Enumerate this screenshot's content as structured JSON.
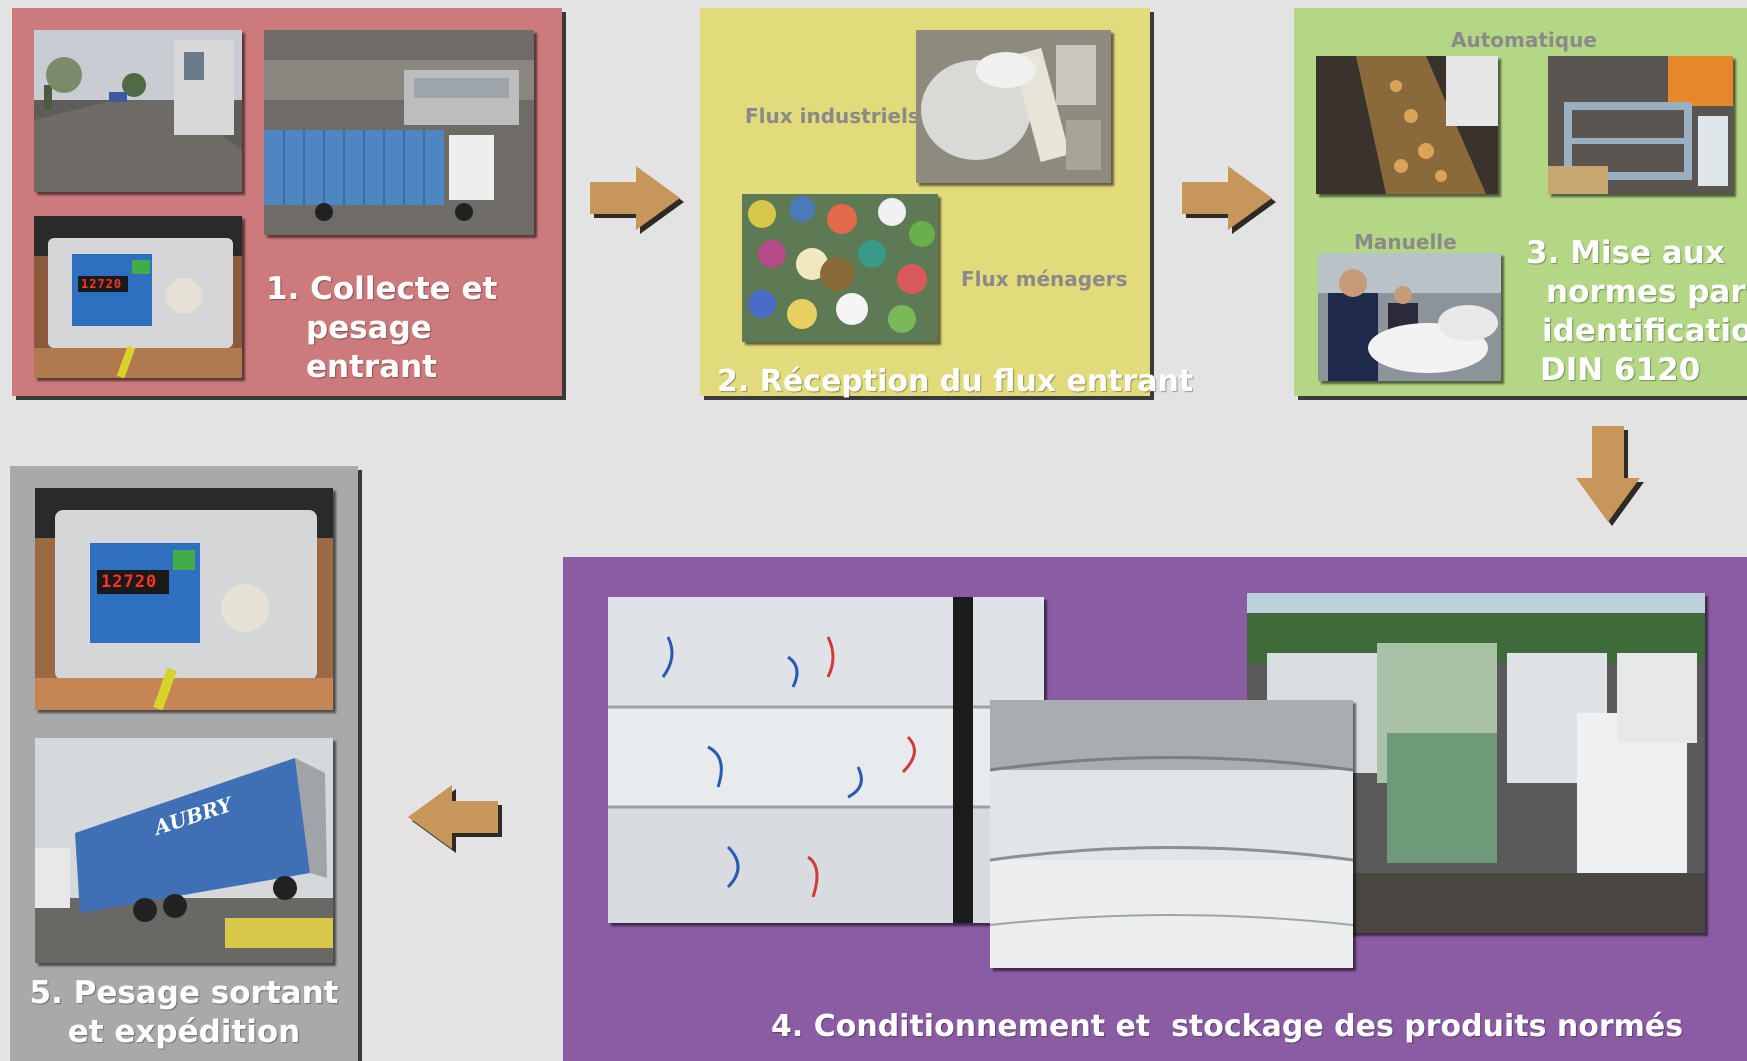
{
  "steps": {
    "collecte": {
      "caption_line1": "1. Collecte et",
      "caption_line2": "pesage entrant",
      "color": "#cd7a7c"
    },
    "reception": {
      "caption": "2. Réception du flux entrant",
      "label_industriels": "Flux industriels",
      "label_menagers": "Flux ménagers",
      "color": "#e2db7c"
    },
    "mise_aux_normes": {
      "label_automatique": "Automatique",
      "label_manuelle": "Manuelle",
      "caption_line1": "3. Mise aux",
      "caption_line2": "normes par",
      "caption_line3": "identification",
      "caption_line4": "DIN 6120",
      "color": "#b4d785"
    },
    "conditionnement": {
      "caption": "4. Conditionnement et  stockage des produits normés",
      "color": "#8a5ca3"
    },
    "pesage_sortant": {
      "caption_line1": "5. Pesage sortant",
      "caption_line2": "et expédition",
      "color": "#a9a9a9"
    }
  },
  "scale_display": {
    "reading_small": "12720",
    "reading_large": "12720"
  },
  "truck_brand": "AUBRY",
  "colors": {
    "arrow": "#c6965a",
    "arrow_shadow": "#2e2a25",
    "background": "#e3e3e3"
  }
}
